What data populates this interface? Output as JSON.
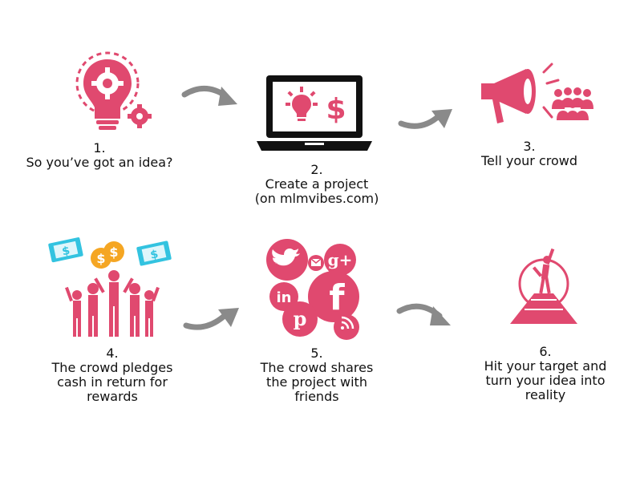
{
  "colors": {
    "accent": "#e0496f",
    "arrow": "#8a8a8a",
    "dark": "#111111",
    "money": "#f5a623",
    "cash": "#33c3e0"
  },
  "steps": [
    {
      "number": "1.",
      "lines": [
        "So you’ve got an idea?"
      ],
      "icon": "lightbulb-gear-icon"
    },
    {
      "number": "2.",
      "lines": [
        "Create a project",
        "(on mlmvibes.com)"
      ],
      "icon": "laptop-idea-dollar-icon"
    },
    {
      "number": "3.",
      "lines": [
        "Tell your crowd"
      ],
      "icon": "megaphone-crowd-icon"
    },
    {
      "number": "4.",
      "lines": [
        "The crowd pledges",
        "cash in return for",
        "rewards"
      ],
      "icon": "crowd-cash-icon"
    },
    {
      "number": "5.",
      "lines": [
        "The crowd shares",
        "the project with",
        "friends"
      ],
      "icon": "social-media-icon"
    },
    {
      "number": "6.",
      "lines": [
        "Hit your target and",
        "turn your idea into",
        "reality"
      ],
      "icon": "mountain-summit-icon"
    }
  ]
}
